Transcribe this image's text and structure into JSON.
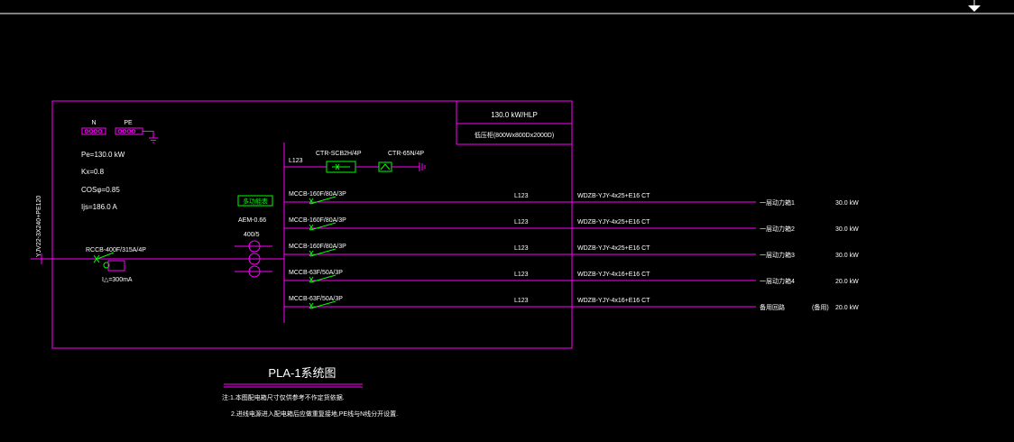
{
  "colors": {
    "background": "#000000",
    "frame": "#ff00ff",
    "device": "#00ff00",
    "text": "#ffffff"
  },
  "icons": {
    "down_arrow": "down-arrow-icon",
    "ground": "ground-icon"
  },
  "header": {
    "power_label": "130.0 kW/HLP",
    "cabinet_label": "低压柜(800Wx800Dx2000D)"
  },
  "busbars": {
    "n_label": "N",
    "pe_label": "PE"
  },
  "params": [
    "Pe=130.0 kW",
    "Kx=0.8",
    "COSφ=0.85",
    "Ijs=186.0 A"
  ],
  "incoming": {
    "cable": "YJV22-3X240+PE120",
    "breaker": "RCCB-400F/315A/4P",
    "leakage": "I△=300mA"
  },
  "meter": {
    "box_label": "多功能表",
    "model": "AEM-0.66",
    "ct_ratio": "400/5"
  },
  "surge": {
    "bus_label": "L123",
    "fuse_label": "CTR-SCB2H/4P",
    "spd_label": "CTR-65N/4P"
  },
  "circuits": [
    {
      "breaker": "MCCB-160F/80A/3P",
      "phase": "L123",
      "cable": "WDZB-YJY-4x25+E16  CT",
      "load": "一层动力箱1",
      "note": "",
      "power": "30.0 kW"
    },
    {
      "breaker": "MCCB-160F/80A/3P",
      "phase": "L123",
      "cable": "WDZB-YJY-4x25+E16  CT",
      "load": "一层动力箱2",
      "note": "",
      "power": "30.0 kW"
    },
    {
      "breaker": "MCCB-160F/80A/3P",
      "phase": "L123",
      "cable": "WDZB-YJY-4x25+E16  CT",
      "load": "一层动力箱3",
      "note": "",
      "power": "30.0 kW"
    },
    {
      "breaker": "MCCB-63F/50A/3P",
      "phase": "L123",
      "cable": "WDZB-YJY-4x16+E16  CT",
      "load": "一层动力箱4",
      "note": "",
      "power": "20.0 kW"
    },
    {
      "breaker": "MCCB-63F/50A/3P",
      "phase": "L123",
      "cable": "WDZB-YJY-4x16+E16  CT",
      "load": "备用回路",
      "note": "(备用)",
      "power": "20.0 kW"
    }
  ],
  "title": "PLA-1系统图",
  "notes": [
    "注:1.本图配电箱尺寸仅供参考不作定货依据.",
    "2.进线电源进入配电箱后应做重复接地,PE线与N线分开设置."
  ]
}
